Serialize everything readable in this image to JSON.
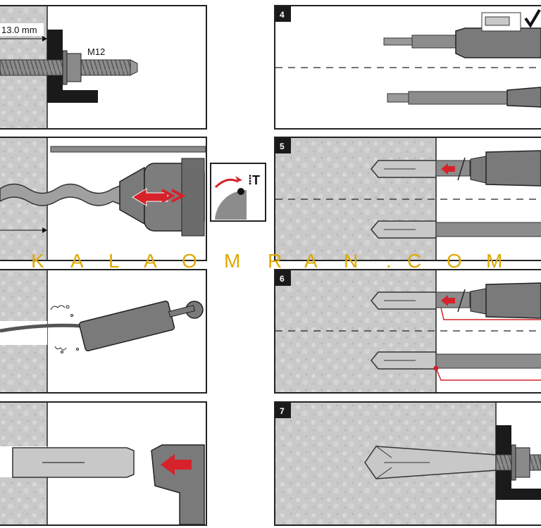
{
  "panels": {
    "p1": {
      "dimension_label": "13.0 mm",
      "thread_label": "M12"
    },
    "p4": {
      "step": "4"
    },
    "p5": {
      "step": "5"
    },
    "p6": {
      "step": "6"
    },
    "p7": {
      "step": "7"
    }
  },
  "watermark": {
    "letters": [
      "K",
      "A",
      "L",
      "A",
      "O",
      "M",
      "R",
      "A",
      "N",
      ".",
      "C",
      "O",
      "M"
    ]
  },
  "colors": {
    "concrete": "#cdcdcd",
    "steel": "#9a9a9a",
    "dark": "#1a1a1a",
    "accent_red": "#d6222a",
    "watermark": "#e0a800"
  }
}
